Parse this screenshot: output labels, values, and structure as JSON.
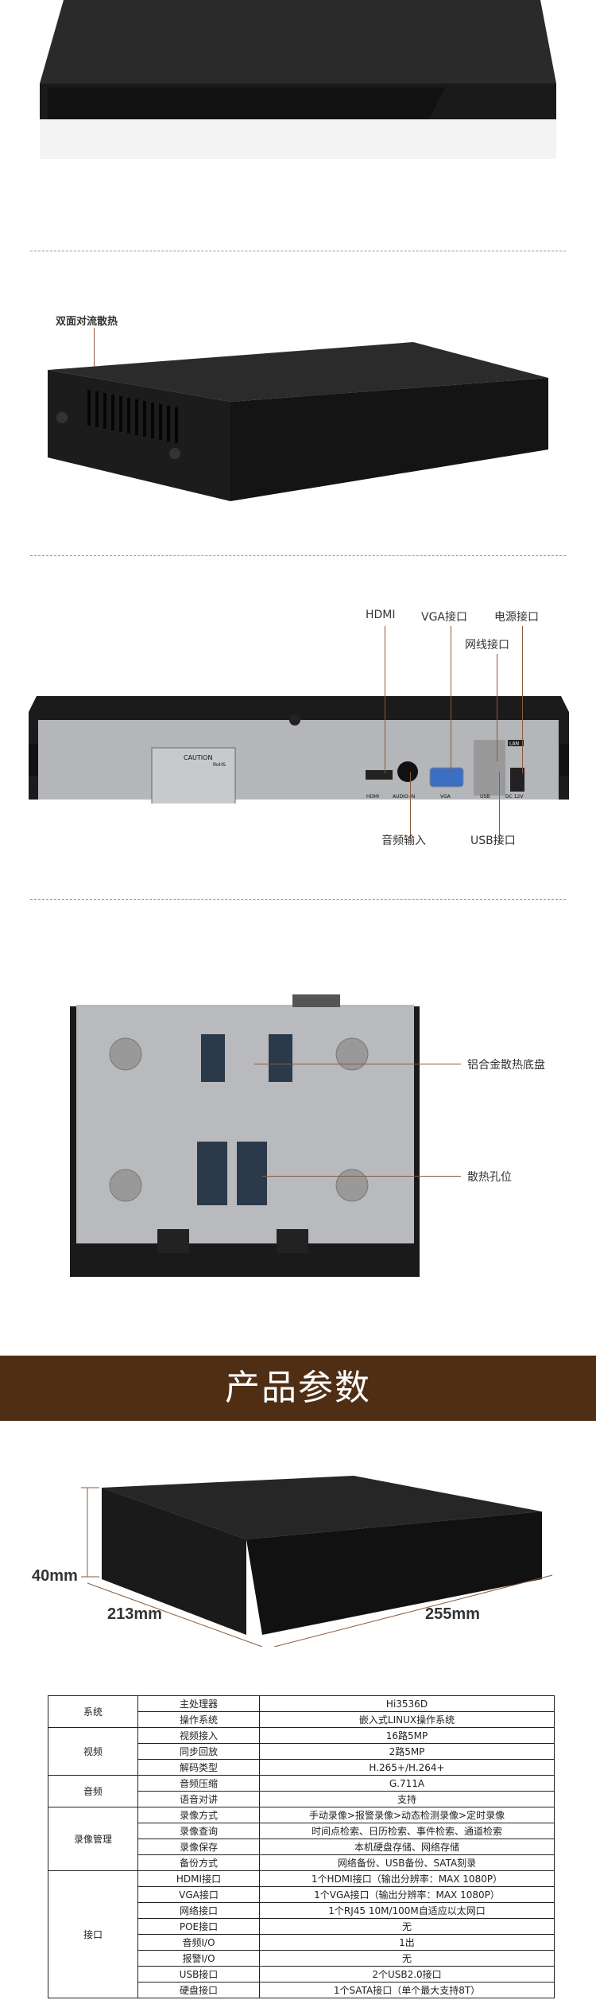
{
  "section2": {
    "label": "双面对流散热"
  },
  "rear": {
    "hdmi": "HDMI",
    "vga": "VGA接口",
    "power": "电源接口",
    "lan": "网线接口",
    "audio_in": "音频输入",
    "usb": "USB接口",
    "panel": {
      "caution": "CAUTION",
      "rohs": "RoHS",
      "hdmi": "HDMI",
      "audio": "AUDIO-IN",
      "vga": "VGA",
      "usb": "USB",
      "dc": "DC 12V",
      "lanlbl": "LAN"
    }
  },
  "bottom": {
    "heatsink": "铝合金散热底盘",
    "holes": "散热孔位"
  },
  "banner": {
    "title": "产品参数"
  },
  "dimensions": {
    "height": "40mm",
    "depth": "213mm",
    "width": "255mm"
  },
  "specs": [
    {
      "group": "系统",
      "rows": [
        [
          "主处理器",
          "Hi3536D"
        ],
        [
          "操作系统",
          "嵌入式LINUX操作系统"
        ]
      ]
    },
    {
      "group": "视频",
      "rows": [
        [
          "视频接入",
          "16路5MP"
        ],
        [
          "同步回放",
          "2路5MP"
        ],
        [
          "解码类型",
          "H.265+/H.264+"
        ]
      ]
    },
    {
      "group": "音频",
      "rows": [
        [
          "音频压缩",
          "G.711A"
        ],
        [
          "语音对讲",
          "支持"
        ]
      ]
    },
    {
      "group": "录像管理",
      "rows": [
        [
          "录像方式",
          "手动录像>报警录像>动态检测录像>定时录像"
        ],
        [
          "录像查询",
          "时间点检索、日历检索、事件检索、通道检索"
        ],
        [
          "录像保存",
          "本机硬盘存储、网络存储"
        ],
        [
          "备份方式",
          "网络备份、USB备份、SATA刻录"
        ]
      ]
    },
    {
      "group": "接口",
      "rows": [
        [
          "HDMI接口",
          "1个HDMI接口（输出分辨率：MAX 1080P）"
        ],
        [
          "VGA接口",
          "1个VGA接口（输出分辨率：MAX 1080P）"
        ],
        [
          "网络接口",
          "1个RJ45 10M/100M自适应以太网口"
        ],
        [
          "POE接口",
          "无"
        ],
        [
          "音频I/O",
          "1出"
        ],
        [
          "报警I/O",
          "无"
        ],
        [
          "USB接口",
          "2个USB2.0接口"
        ],
        [
          "硬盘接口",
          "1个SATA接口（单个最大支持8T）"
        ]
      ]
    }
  ]
}
